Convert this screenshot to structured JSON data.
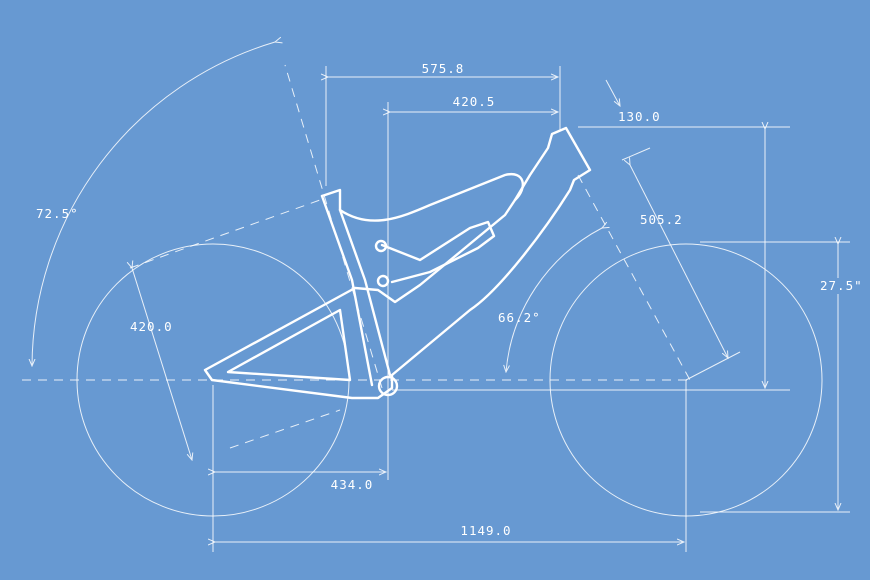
{
  "colors": {
    "background": "#6799d2",
    "line": "#ffffff"
  },
  "dimensions": {
    "reach_top": "575.8",
    "reach": "420.5",
    "head_tube": "130.0",
    "stem_length": "505.2",
    "seat_angle": "72.5°",
    "head_angle": "66.2°",
    "fork_offset": "420.0",
    "wheel_size": "27.5\"",
    "chainstay": "434.0",
    "wheelbase": "1149.0"
  }
}
